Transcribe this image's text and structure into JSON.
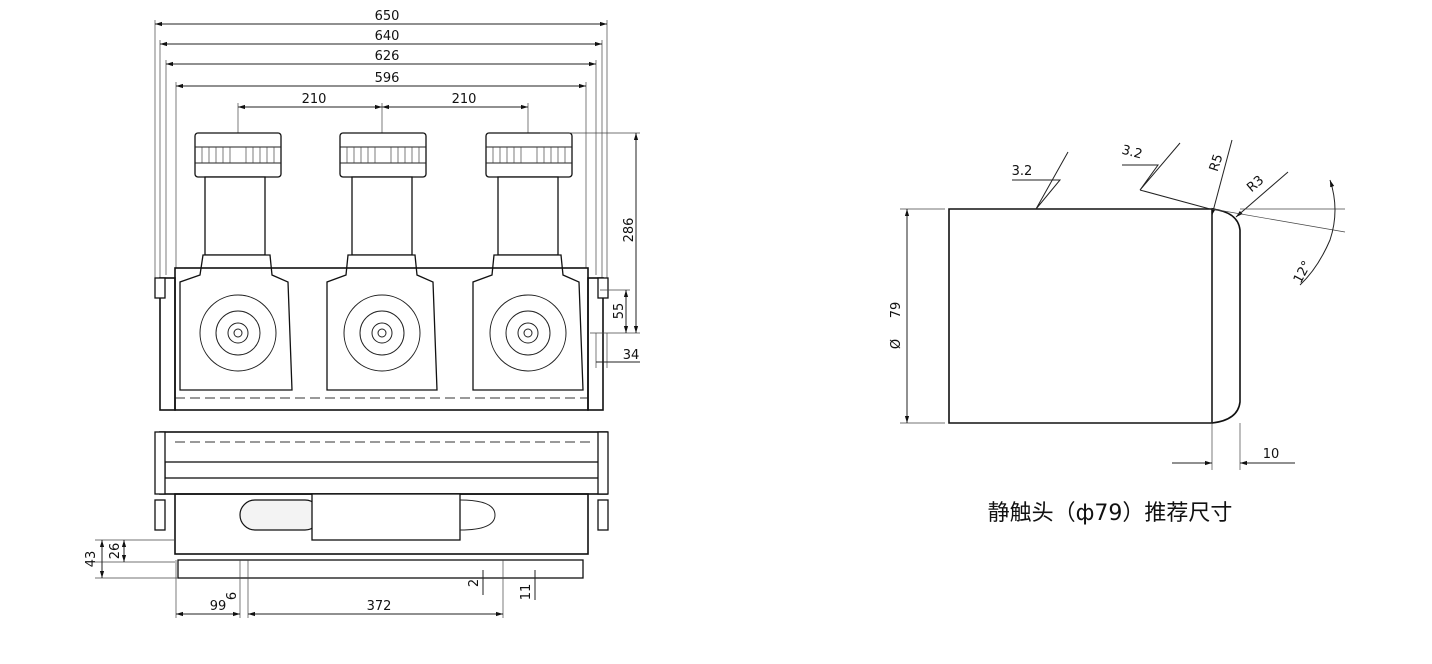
{
  "front_view": {
    "dimensions": {
      "overall_650": "650",
      "overall_640": "640",
      "overall_626": "626",
      "overall_596": "596",
      "pitch_left": "210",
      "pitch_right": "210",
      "height_286": "286",
      "offset_55": "55",
      "offset_34": "34",
      "left_43": "43",
      "left_26": "26",
      "bottom_99": "99",
      "bottom_6": "6",
      "bottom_372": "372",
      "bottom_2": "2",
      "bottom_11": "11"
    }
  },
  "contact_detail": {
    "roughness_left": "3.2",
    "roughness_right": "3.2",
    "radius_r5": "R5",
    "radius_r3": "R3",
    "angle": "12°",
    "diameter_symbol": "Ø",
    "diameter": "79",
    "length": "10",
    "caption": "静触头（ф79）推荐尺寸"
  }
}
